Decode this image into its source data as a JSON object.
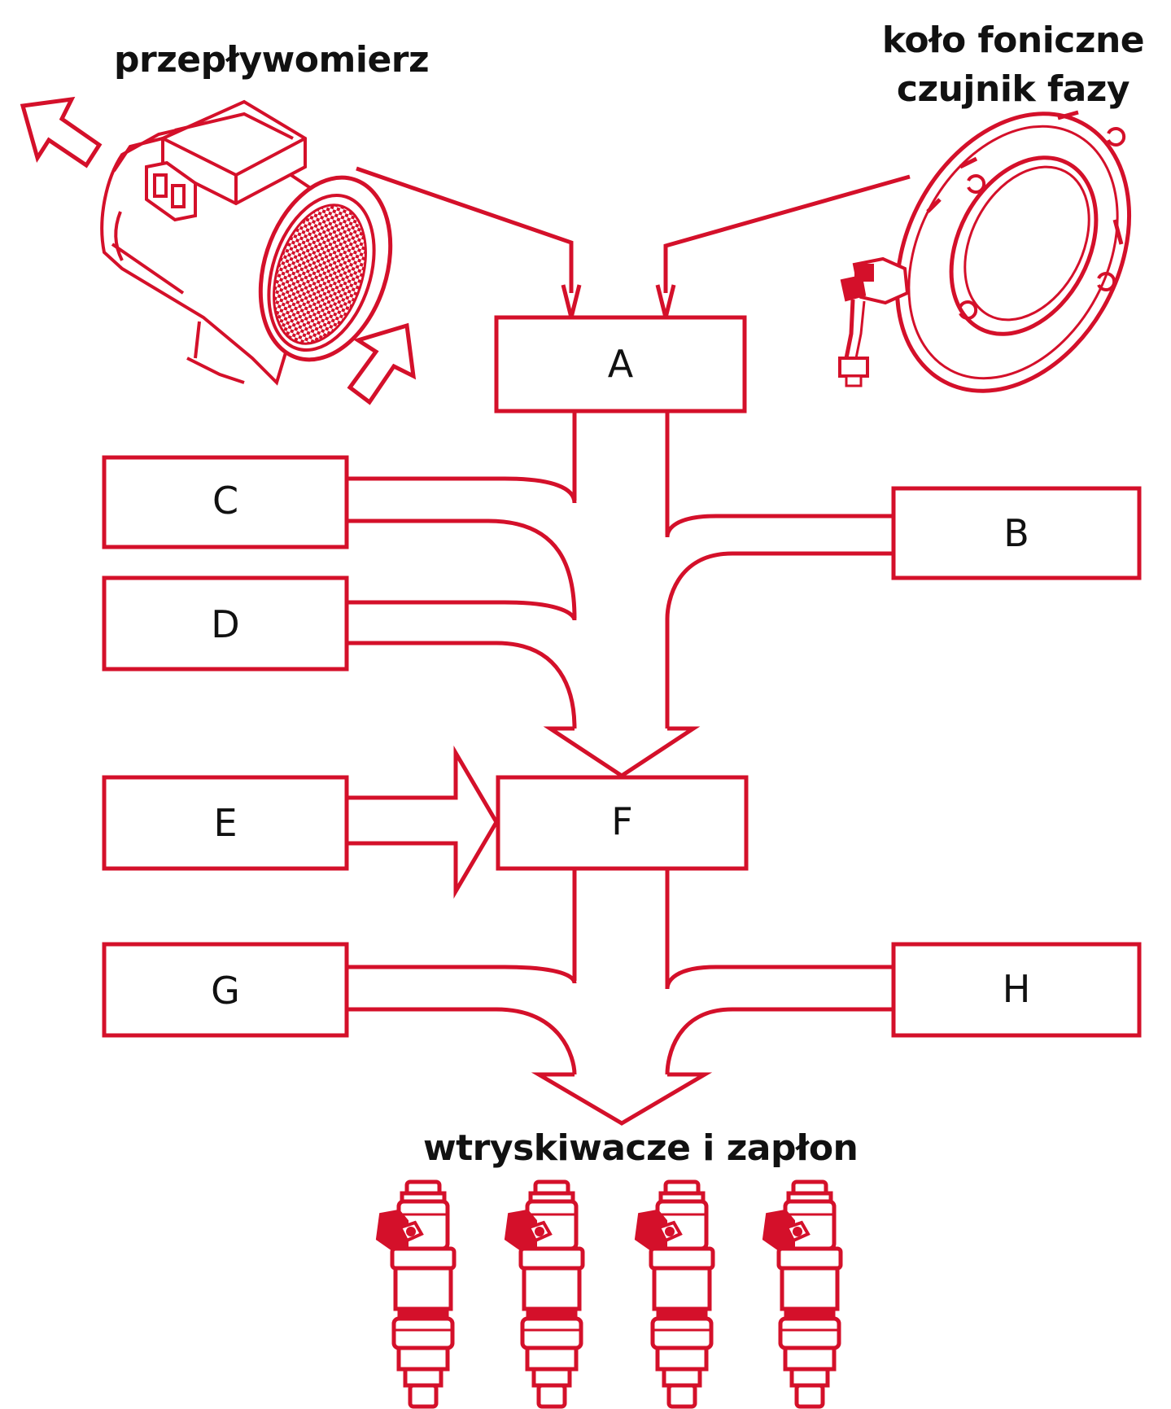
{
  "colors": {
    "accent": "#d4102a",
    "text": "#111111",
    "background": "#ffffff"
  },
  "labels": {
    "flowmeter": "przepływomierz",
    "tone_wheel_line1": "koło foniczne",
    "tone_wheel_line2": "czujnik fazy",
    "outputs": "wtryskiwacze i zapłon"
  },
  "boxes": {
    "A": "A",
    "B": "B",
    "C": "C",
    "D": "D",
    "E": "E",
    "F": "F",
    "G": "G",
    "H": "H"
  },
  "icons": [
    "air-flow-meter-icon",
    "tone-wheel-phase-sensor-icon",
    "fuel-injector-icon",
    "airflow-arrow-icon"
  ],
  "injector_count": 4
}
